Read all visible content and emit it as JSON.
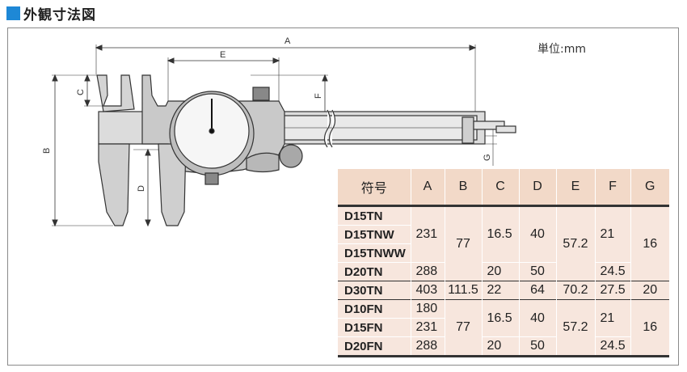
{
  "heading": {
    "title": "外観寸法図",
    "accent_color": "#1e88d6"
  },
  "unit_label": "単位:mm",
  "drawing_labels": {
    "A": "A",
    "B": "B",
    "C": "C",
    "D": "D",
    "E": "E",
    "F": "F",
    "G": "G"
  },
  "table": {
    "headers": [
      "符号",
      "A",
      "B",
      "C",
      "D",
      "E",
      "F",
      "G"
    ],
    "models": [
      "D15TN",
      "D15TNW",
      "D15TNWW",
      "D20TN",
      "D30TN",
      "D10FN",
      "D15FN",
      "D20FN"
    ],
    "cells": {
      "a_231": "231",
      "a_288": "288",
      "a_403": "403",
      "a_180": "180",
      "a_231b": "231",
      "a_288b": "288",
      "b_77": "77",
      "b_1115": "111.5",
      "b_77b": "77",
      "c_165": "16.5",
      "c_20": "20",
      "c_22": "22",
      "c_165b": "16.5",
      "c_20b": "20",
      "d_40": "40",
      "d_50": "50",
      "d_64": "64",
      "d_40b": "40",
      "d_50b": "50",
      "e_572": "57.2",
      "e_702": "70.2",
      "e_572b": "57.2",
      "f_21": "21",
      "f_245": "24.5",
      "f_275": "27.5",
      "f_21b": "21",
      "f_245b": "24.5",
      "g_16": "16",
      "g_20": "20",
      "g_16b": "16"
    }
  }
}
